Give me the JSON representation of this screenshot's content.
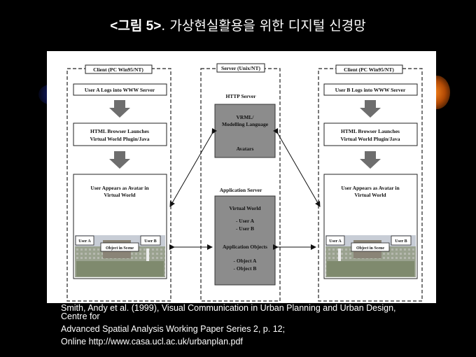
{
  "slide": {
    "title_prefix": "<그림 5>",
    "title_rest": ". 가상현실활용을 위한 디지털 신경망"
  },
  "diagram": {
    "client_left": {
      "header": "Client (PC Win95/NT)",
      "step1": "User A Logs into WWW Server",
      "step2_line1": "HTML Browser Launches",
      "step2_line2": "Virtual World Plugin/Java",
      "step3_line1": "User Appears as Avatar in",
      "step3_line2": "Virtual World",
      "scene_label_user_a": "User A",
      "scene_label_object": "Object in Scene",
      "scene_label_user_b": "User B"
    },
    "server": {
      "header": "Server (Unix/NT)",
      "http_label": "HTTP Server",
      "vrml_line1": "VRML/",
      "vrml_line2": "Modelling Language",
      "avatars": "Avatars",
      "app_label": "Application Server",
      "vw": "Virtual World",
      "user_a": "- User A",
      "user_b": "- User B",
      "app_objects": "Application Objects",
      "object_a": "- Object A",
      "object_b": "- Object B"
    },
    "client_right": {
      "header": "Client (PC Win95/NT)",
      "step1": "User B Logs into WWW Server",
      "step2_line1": "HTML Browser Launches",
      "step2_line2": "Virtual World Plugin/Java",
      "step3_line1": "User Appears as Avatar in",
      "step3_line2": "Virtual World",
      "scene_label_user_a": "User A",
      "scene_label_object": "Object in Scene",
      "scene_label_user_b": "User B"
    }
  },
  "caption": {
    "line1": "Smith, Andy et al. (1999), Visual Communication in Urban Planning and Urban Design,",
    "line2": "Centre for",
    "line3": "Advanced Spatial Analysis Working Paper Series 2, p. 12;",
    "line4": "Online http://www.casa.ucl.ac.uk/urbanplan.pdf"
  },
  "colors": {
    "background": "#000000",
    "server_box": "#8c8c8c",
    "arrow": "#6e6e6e"
  }
}
